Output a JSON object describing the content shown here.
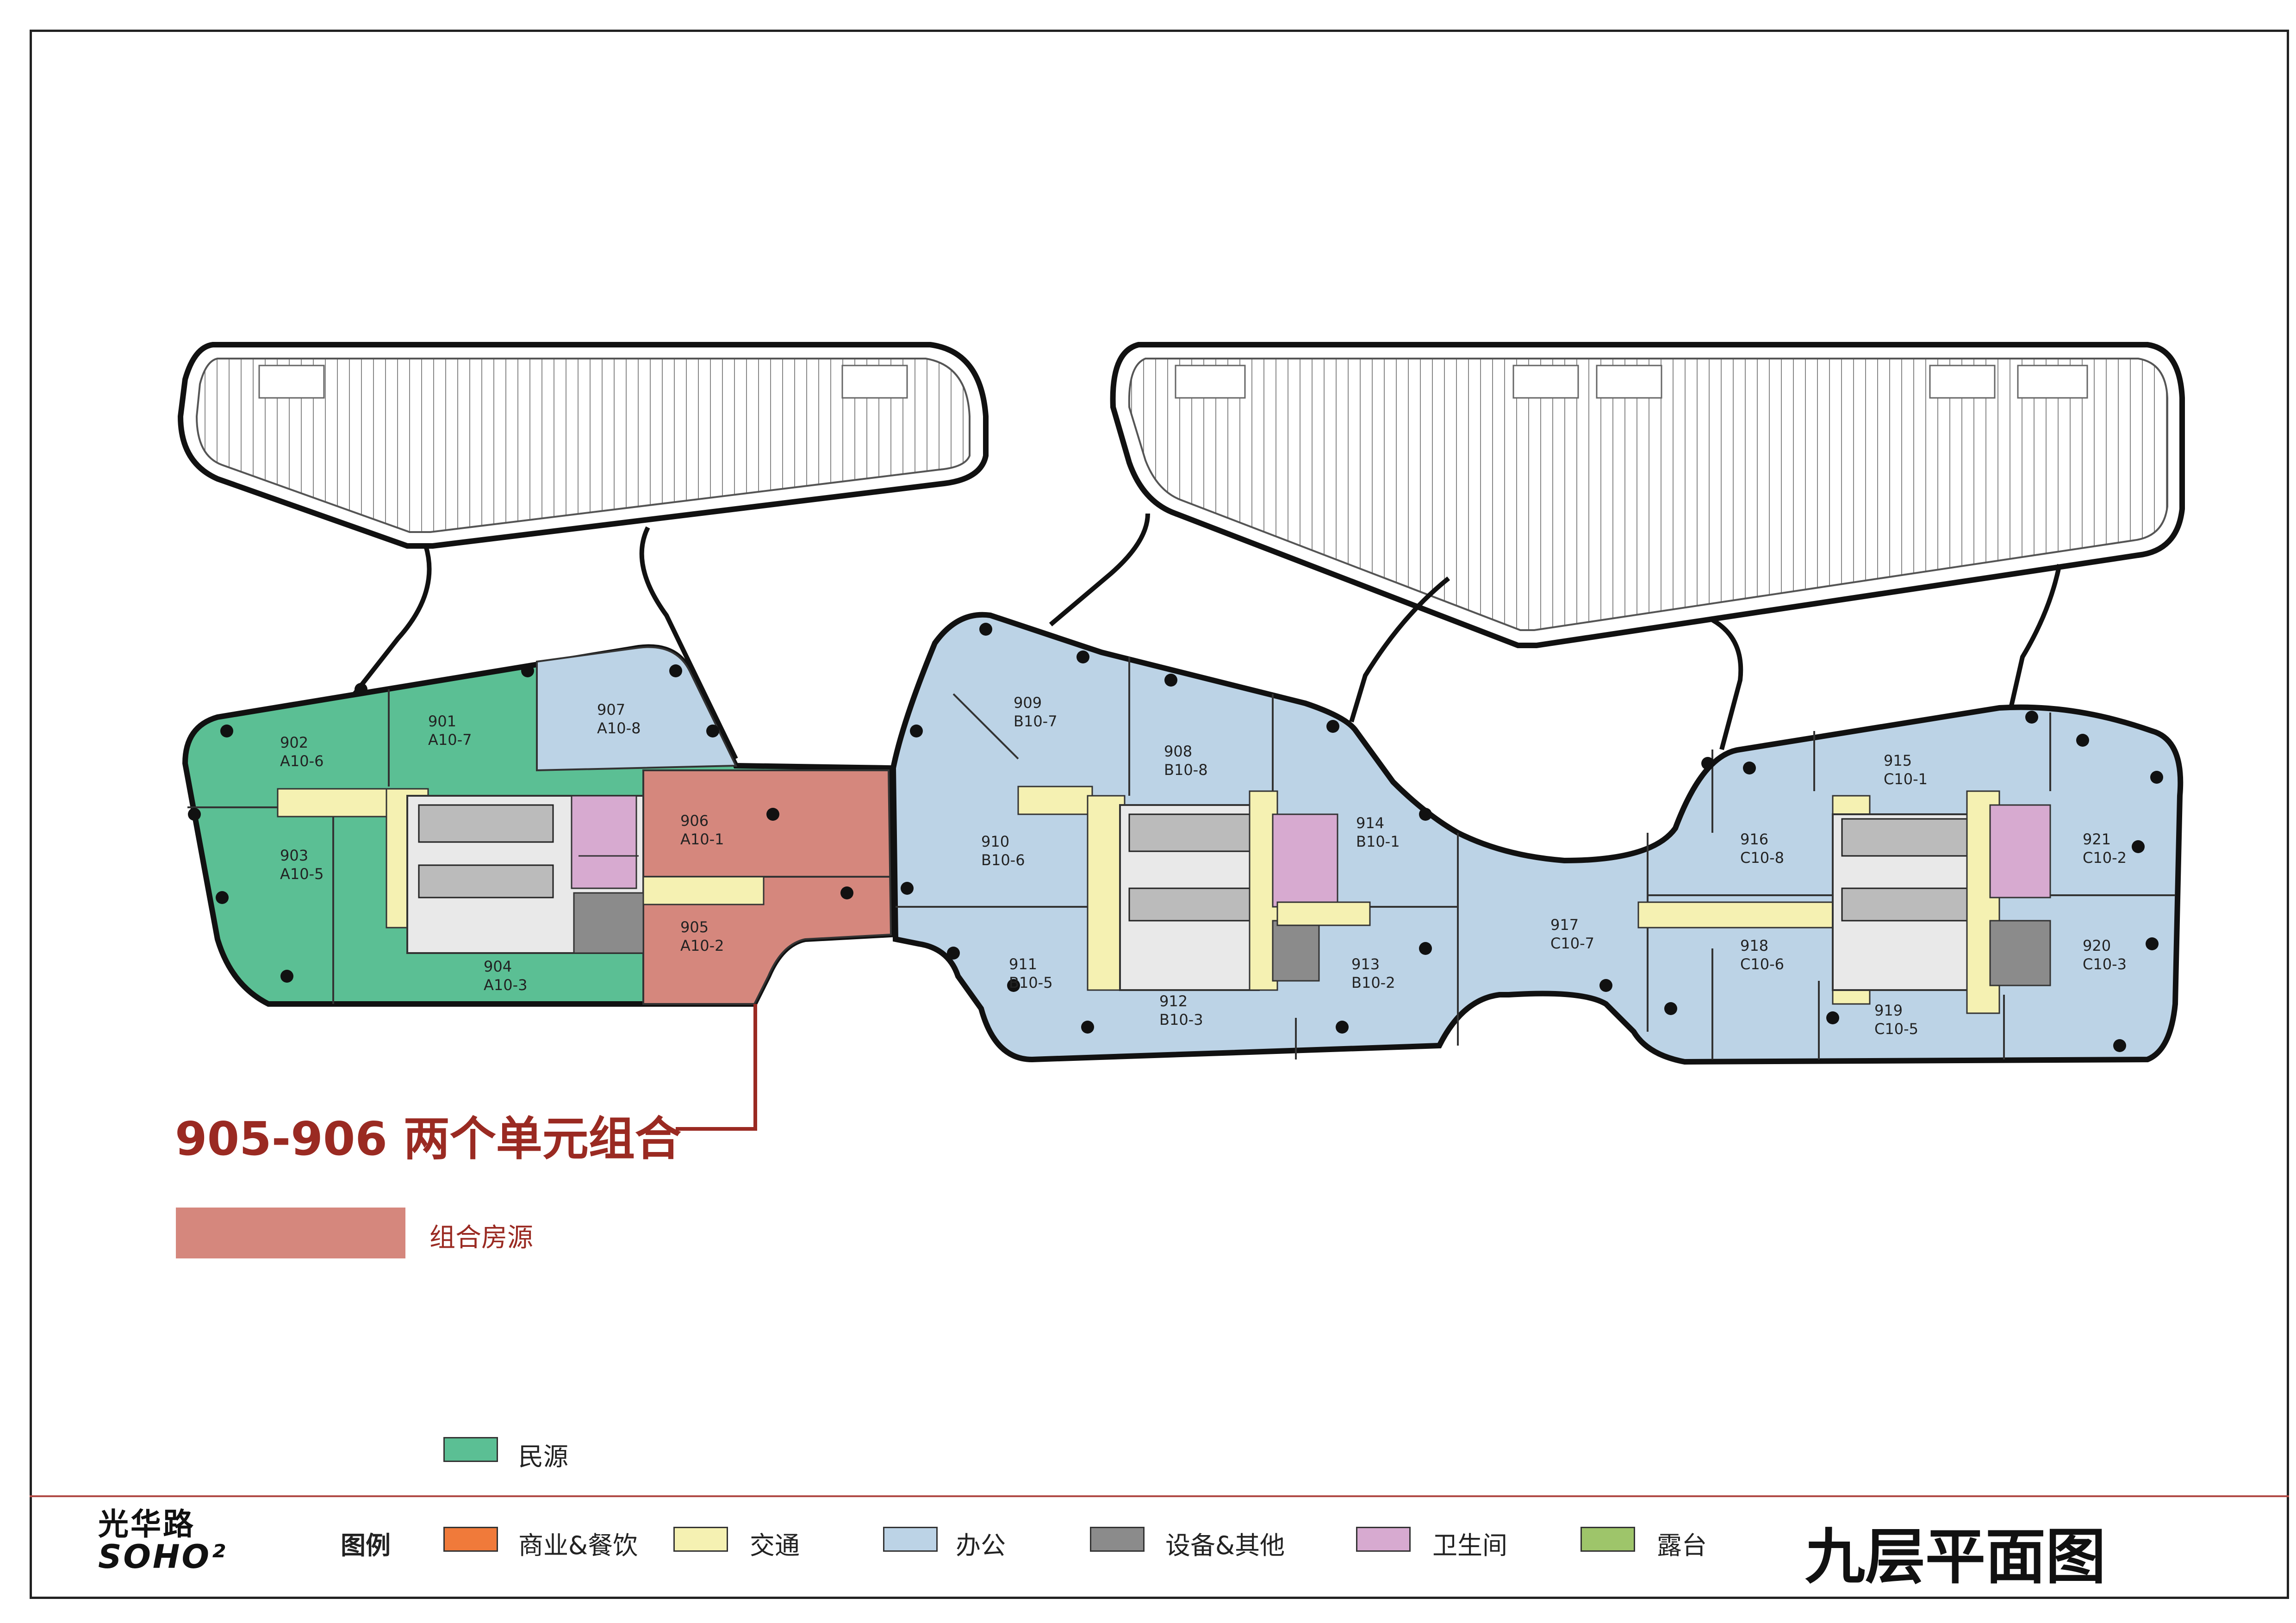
{
  "units": [
    {
      "number": "902",
      "code": "A10-6"
    },
    {
      "number": "901",
      "code": "A10-7"
    },
    {
      "number": "907",
      "code": "A10-8"
    },
    {
      "number": "903",
      "code": "A10-5"
    },
    {
      "number": "906",
      "code": "A10-1"
    },
    {
      "number": "905",
      "code": "A10-2"
    },
    {
      "number": "904",
      "code": "A10-3"
    },
    {
      "number": "909",
      "code": "B10-7"
    },
    {
      "number": "908",
      "code": "B10-8"
    },
    {
      "number": "910",
      "code": "B10-6"
    },
    {
      "number": "914",
      "code": "B10-1"
    },
    {
      "number": "911",
      "code": "B10-5"
    },
    {
      "number": "913",
      "code": "B10-2"
    },
    {
      "number": "912",
      "code": "B10-3"
    },
    {
      "number": "915",
      "code": "C10-1"
    },
    {
      "number": "916",
      "code": "C10-8"
    },
    {
      "number": "921",
      "code": "C10-2"
    },
    {
      "number": "917",
      "code": "C10-7"
    },
    {
      "number": "918",
      "code": "C10-6"
    },
    {
      "number": "920",
      "code": "C10-3"
    },
    {
      "number": "919",
      "code": "C10-5"
    }
  ],
  "headline": "905-906  两个单元组合",
  "combo_legend": "组合房源",
  "green_legend": "民源",
  "legend_title": "图例",
  "legend": [
    {
      "label": "商业&餐饮",
      "color": "#f07a3a"
    },
    {
      "label": "交通",
      "color": "#f5f1b2"
    },
    {
      "label": "办公",
      "color": "#bcd3e6"
    },
    {
      "label": "设备&其他",
      "color": "#8b8b8b"
    },
    {
      "label": "卫生间",
      "color": "#d7aad0"
    },
    {
      "label": "露台",
      "color": "#9ec56a"
    }
  ],
  "logo": {
    "line1": "光华路",
    "line2": "SOHO²"
  },
  "floor_title": "九层平面图",
  "colors": {
    "green": "#5bbf94",
    "combo": "#d5877d",
    "office": "#bcd3e6",
    "core": "#f5f1b2",
    "headline": "#9a2a22"
  }
}
